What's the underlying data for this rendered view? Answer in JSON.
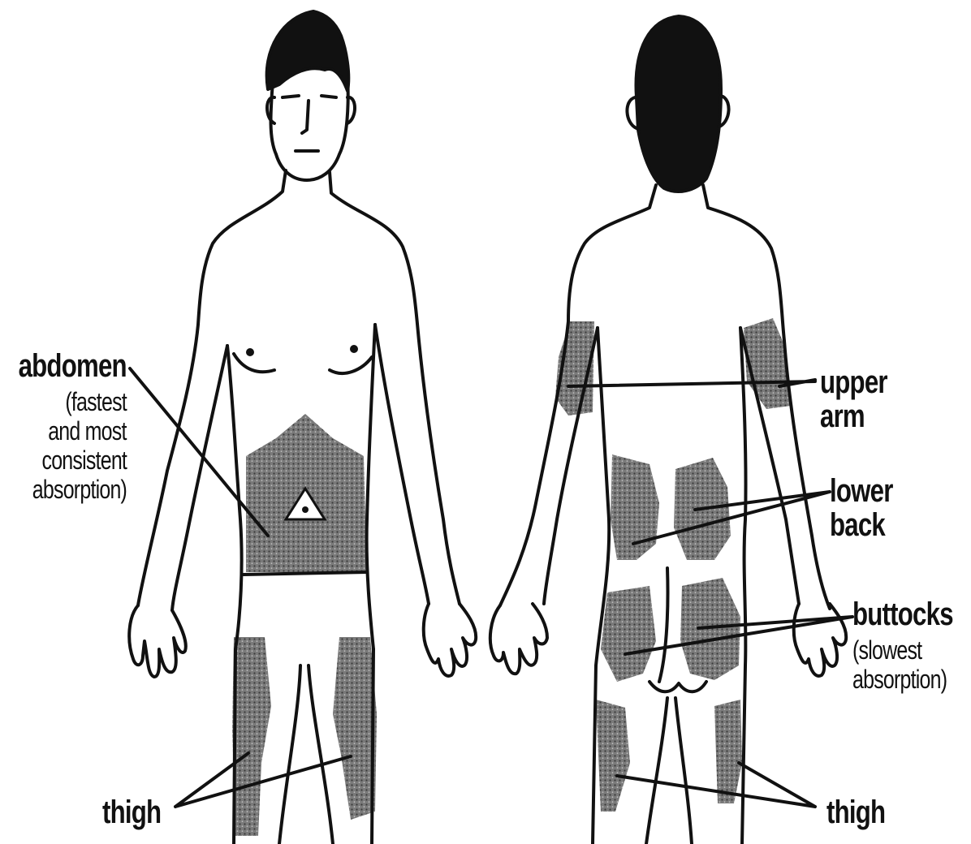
{
  "labels": {
    "abdomen": "abdomen",
    "abdomen_note": [
      "(fastest",
      "and most",
      "consistent",
      "absorption)"
    ],
    "upper_arm": "upper arm",
    "lower_back": "lower back",
    "buttocks": "buttocks",
    "buttocks_note": [
      "(slowest",
      "absorption)"
    ],
    "thigh_front": "thigh",
    "thigh_back": "thigh"
  },
  "colors": {
    "ink": "#111111",
    "shade": "#6a6a6a",
    "paper": "#ffffff"
  },
  "icons": {
    "abdomen_marker": "triangle-with-dot"
  }
}
